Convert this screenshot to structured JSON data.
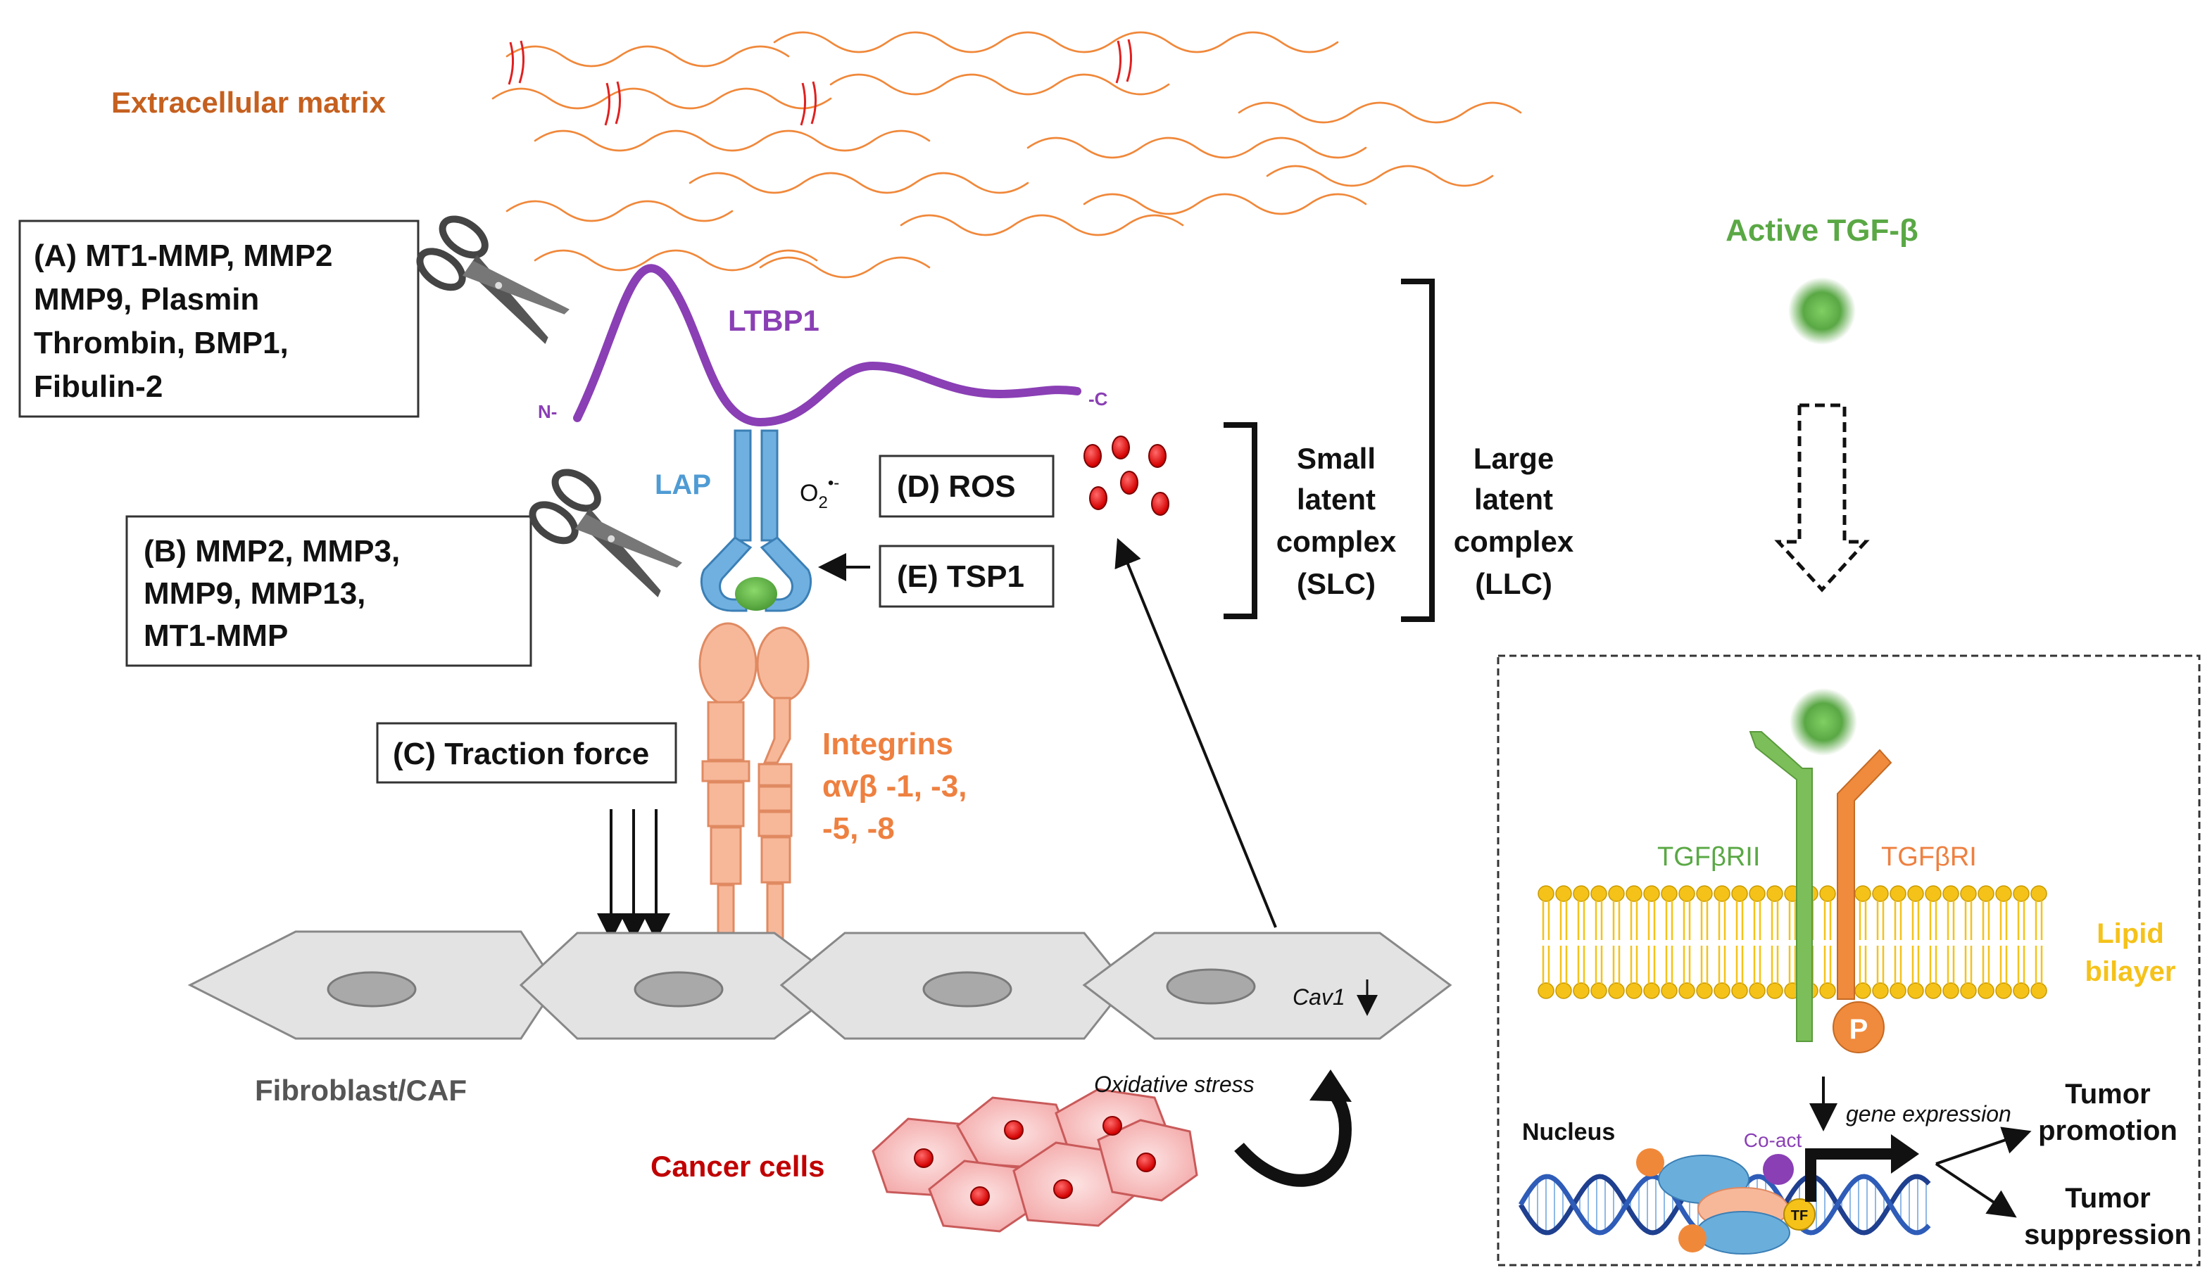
{
  "colors": {
    "ecm": "#c5601f",
    "ecm_fiber": "#f0883a",
    "ltbp": "#8a3fb5",
    "lap": "#4f9bd4",
    "integrin": "#f4a47f",
    "integrin_text": "#ee8040",
    "tgf": "#5aa845",
    "lipid": "#f5c21a",
    "cancer_text": "#c00000",
    "black": "#111111"
  },
  "labels": {
    "ecm": "Extracellular matrix",
    "ltbp": "LTBP1",
    "n_term": "N-",
    "c_term": "-C",
    "lap": "LAP",
    "o2": "O",
    "o2_sub": "2",
    "o2_sup": "•-",
    "integrins": "Integrins",
    "integrins_sub1": "αvβ -1, -3,",
    "integrins_sub2": "-5, -8",
    "fibroblast": "Fibroblast/CAF",
    "cav1": "Cav1",
    "oxidative": "Oxidative stress",
    "cancer": "Cancer cells",
    "slc": [
      "Small",
      "latent",
      "complex",
      "(SLC)"
    ],
    "llc": [
      "Large",
      "latent",
      "complex",
      "(LLC)"
    ],
    "active_tgf": "Active TGF-β",
    "tgfbr2": "TGFβRII",
    "tgfbr1": "TGFβRI",
    "lipid": [
      "Lipid",
      "bilayer"
    ],
    "p": "P",
    "nucleus": "Nucleus",
    "coact": "Co-act",
    "tf": "TF",
    "gene_expr": "gene expression",
    "tumor_promotion": [
      "Tumor",
      "promotion"
    ],
    "tumor_suppression": [
      "Tumor",
      "suppression"
    ]
  },
  "boxes": {
    "a": [
      "(A) MT1-MMP, MMP2",
      "MMP9, Plasmin",
      "Thrombin, BMP1,",
      "Fibulin-2"
    ],
    "b": [
      "(B) MMP2, MMP3,",
      "MMP9, MMP13,",
      "MT1-MMP"
    ],
    "c": "(C) Traction force",
    "d": "(D) ROS",
    "e": "(E) TSP1"
  }
}
